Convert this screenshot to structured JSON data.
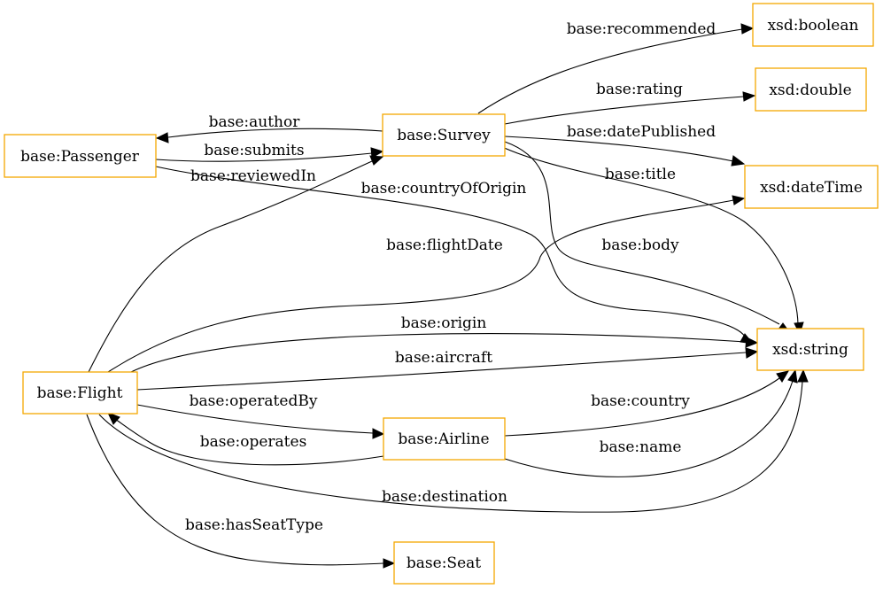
{
  "colors": {
    "node_border": "#f5a800",
    "edge": "#000000",
    "text": "#000000",
    "background": "#ffffff"
  },
  "nodes": {
    "boolean": "xsd:boolean",
    "double": "xsd:double",
    "survey": "base:Survey",
    "passenger": "base:Passenger",
    "datetime": "xsd:dateTime",
    "string": "xsd:string",
    "flight": "base:Flight",
    "airline": "base:Airline",
    "seat": "base:Seat"
  },
  "edges": {
    "recommended": "base:recommended",
    "rating": "base:rating",
    "author": "base:author",
    "submits": "base:submits",
    "date_published": "base:datePublished",
    "reviewed_in": "base:reviewedIn",
    "title": "base:title",
    "country_of_origin": "base:countryOfOrigin",
    "flight_date": "base:flightDate",
    "body": "base:body",
    "origin": "base:origin",
    "aircraft": "base:aircraft",
    "operated_by": "base:operatedBy",
    "country": "base:country",
    "operates": "base:operates",
    "name": "base:name",
    "destination": "base:destination",
    "has_seat_type": "base:hasSeatType"
  }
}
